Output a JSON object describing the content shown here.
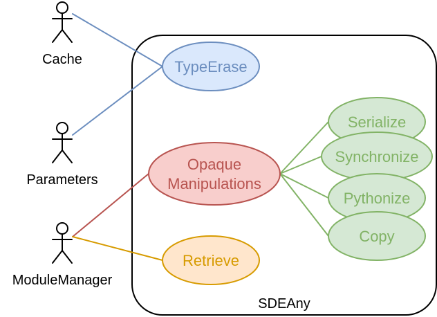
{
  "diagram": {
    "system": {
      "label": "SDEAny",
      "colors": {
        "stroke": "#000000",
        "fill": "#ffffff"
      }
    },
    "actors": [
      {
        "id": "cache",
        "label": "Cache"
      },
      {
        "id": "parameters",
        "label": "Parameters"
      },
      {
        "id": "modulemanager",
        "label": "ModuleManager"
      }
    ],
    "use_cases": [
      {
        "id": "typeerase",
        "lines": [
          "TypeErase"
        ],
        "colors": {
          "fill": "#dae8fc",
          "stroke": "#6c8ebf",
          "text": "#6c8ebf"
        }
      },
      {
        "id": "opaque",
        "lines": [
          "Opaque",
          "Manipulations"
        ],
        "colors": {
          "fill": "#f8cecc",
          "stroke": "#b85450",
          "text": "#b85450"
        }
      },
      {
        "id": "retrieve",
        "lines": [
          "Retrieve"
        ],
        "colors": {
          "fill": "#ffe6cc",
          "stroke": "#d79b00",
          "text": "#d79b00"
        }
      },
      {
        "id": "serialize",
        "lines": [
          "Serialize"
        ],
        "colors": {
          "fill": "#d5e8d4",
          "stroke": "#82b366",
          "text": "#82b366"
        }
      },
      {
        "id": "synchronize",
        "lines": [
          "Synchronize"
        ],
        "colors": {
          "fill": "#d5e8d4",
          "stroke": "#82b366",
          "text": "#82b366"
        }
      },
      {
        "id": "pythonize",
        "lines": [
          "Pythonize"
        ],
        "colors": {
          "fill": "#d5e8d4",
          "stroke": "#82b366",
          "text": "#82b366"
        }
      },
      {
        "id": "copy",
        "lines": [
          "Copy"
        ],
        "colors": {
          "fill": "#d5e8d4",
          "stroke": "#82b366",
          "text": "#82b366"
        }
      }
    ],
    "associations": [
      {
        "from": "cache",
        "to": "typeerase",
        "color": "#6c8ebf"
      },
      {
        "from": "parameters",
        "to": "typeerase",
        "color": "#6c8ebf"
      },
      {
        "from": "modulemanager",
        "to": "opaque",
        "color": "#b85450"
      },
      {
        "from": "modulemanager",
        "to": "retrieve",
        "color": "#d79b00"
      },
      {
        "from": "opaque",
        "to": "serialize",
        "color": "#82b366"
      },
      {
        "from": "opaque",
        "to": "synchronize",
        "color": "#82b366"
      },
      {
        "from": "opaque",
        "to": "pythonize",
        "color": "#82b366"
      },
      {
        "from": "opaque",
        "to": "copy",
        "color": "#82b366"
      }
    ]
  }
}
